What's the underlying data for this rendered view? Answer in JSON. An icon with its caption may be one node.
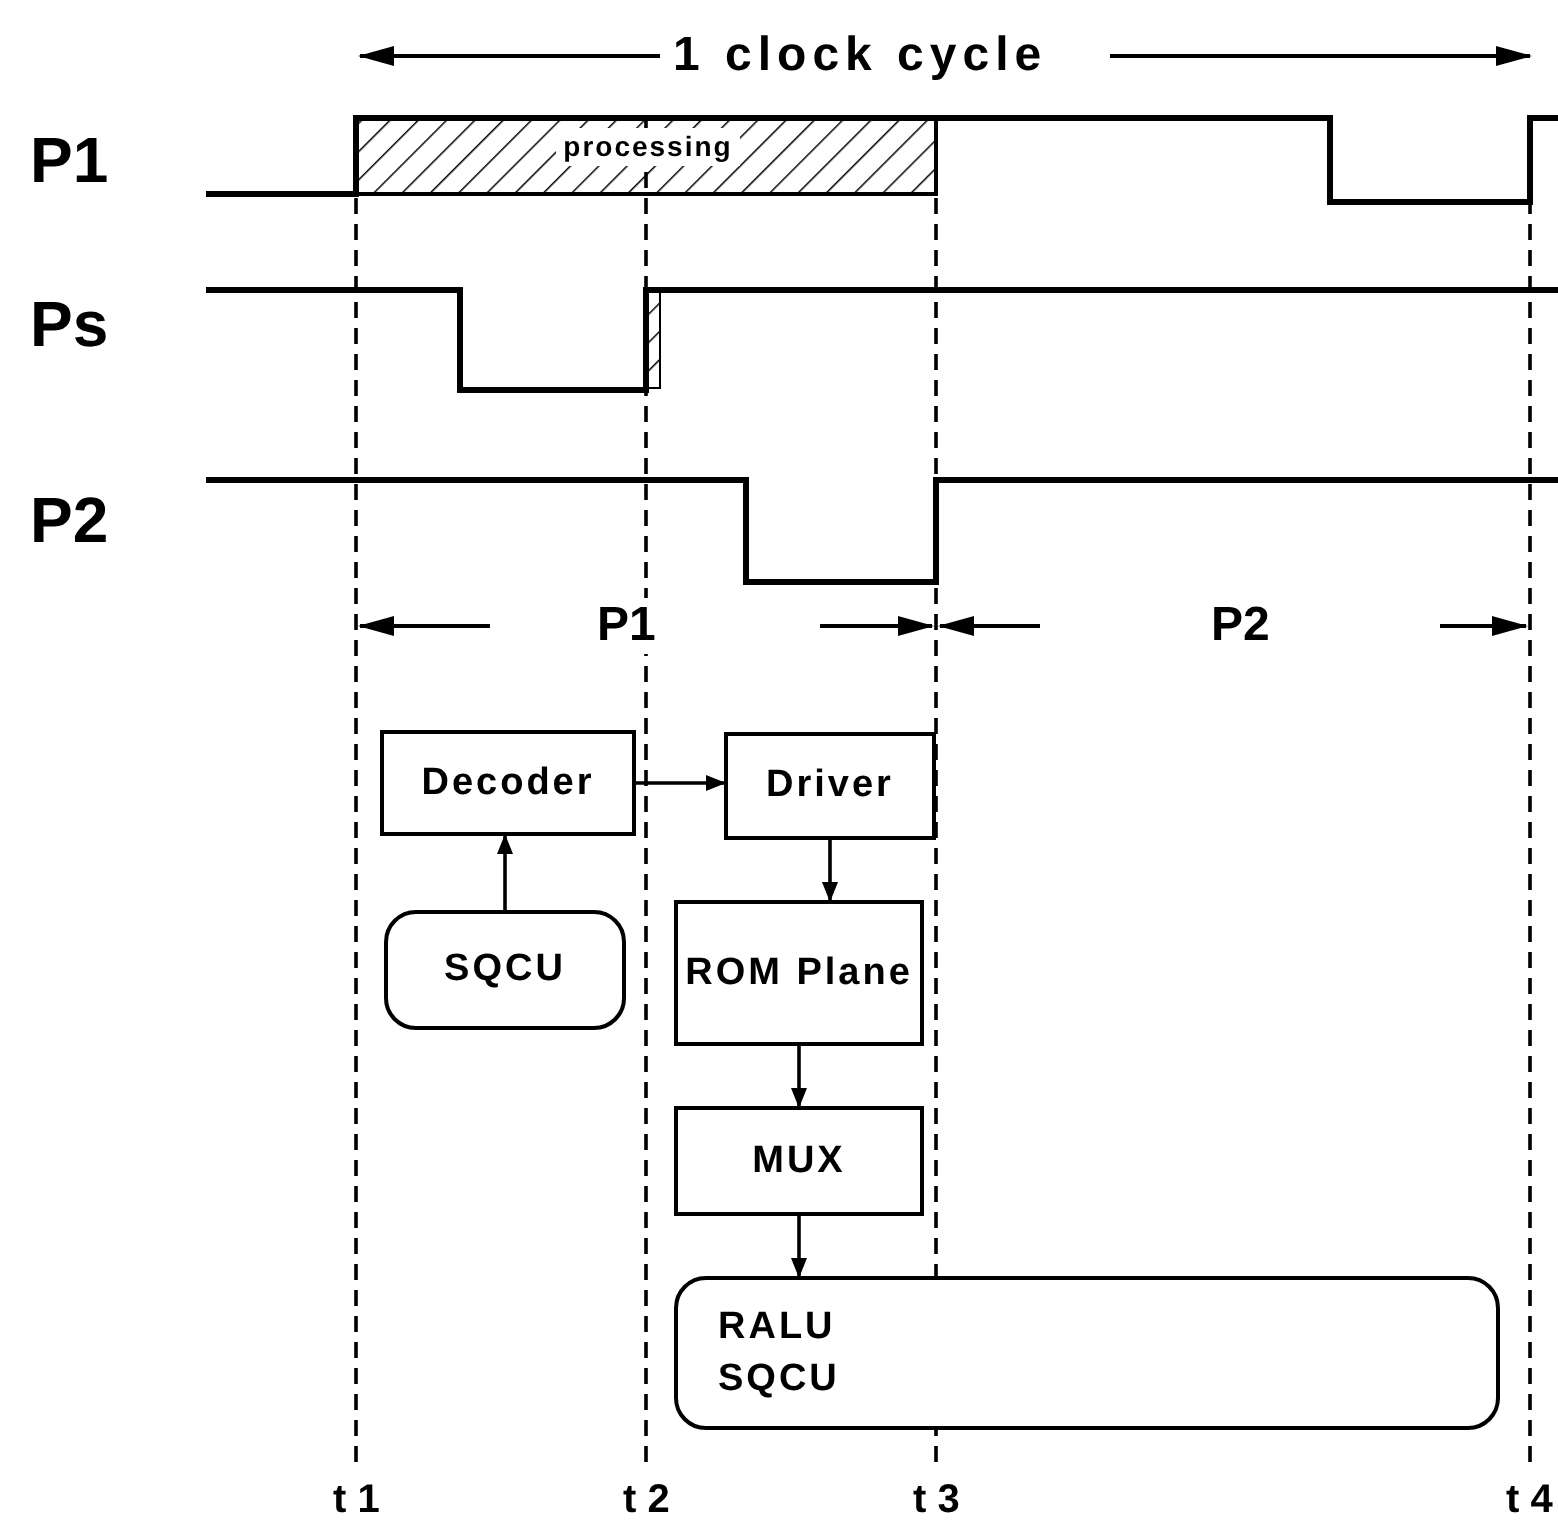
{
  "diagram": {
    "nodes": [
      {
        "text": [
          "processing"
        ]
      },
      {
        "text": [
          "Decoder"
        ]
      },
      {
        "text": [
          "Driver"
        ]
      },
      {
        "text": [
          "SQCU"
        ]
      },
      {
        "text": [
          "ROM Plane"
        ]
      },
      {
        "text": [
          "MUX"
        ]
      },
      {
        "text": [
          "RALU SQCU"
        ]
      }
    ],
    "edges": [
      {
        "from": 1,
        "to": 2,
        "arrow": "to"
      },
      {
        "from": 3,
        "to": 1,
        "arrow": "to"
      },
      {
        "from": 2,
        "to": 4,
        "arrow": "to"
      },
      {
        "from": 4,
        "to": 5,
        "arrow": "to"
      },
      {
        "from": 5,
        "to": 6,
        "arrow": "to"
      }
    ],
    "labels": [
      "1 clock cycle",
      "P1",
      "Ps",
      "P2",
      "P1",
      "P2",
      "t 1",
      "t 2",
      "t 3",
      "t 4"
    ]
  }
}
